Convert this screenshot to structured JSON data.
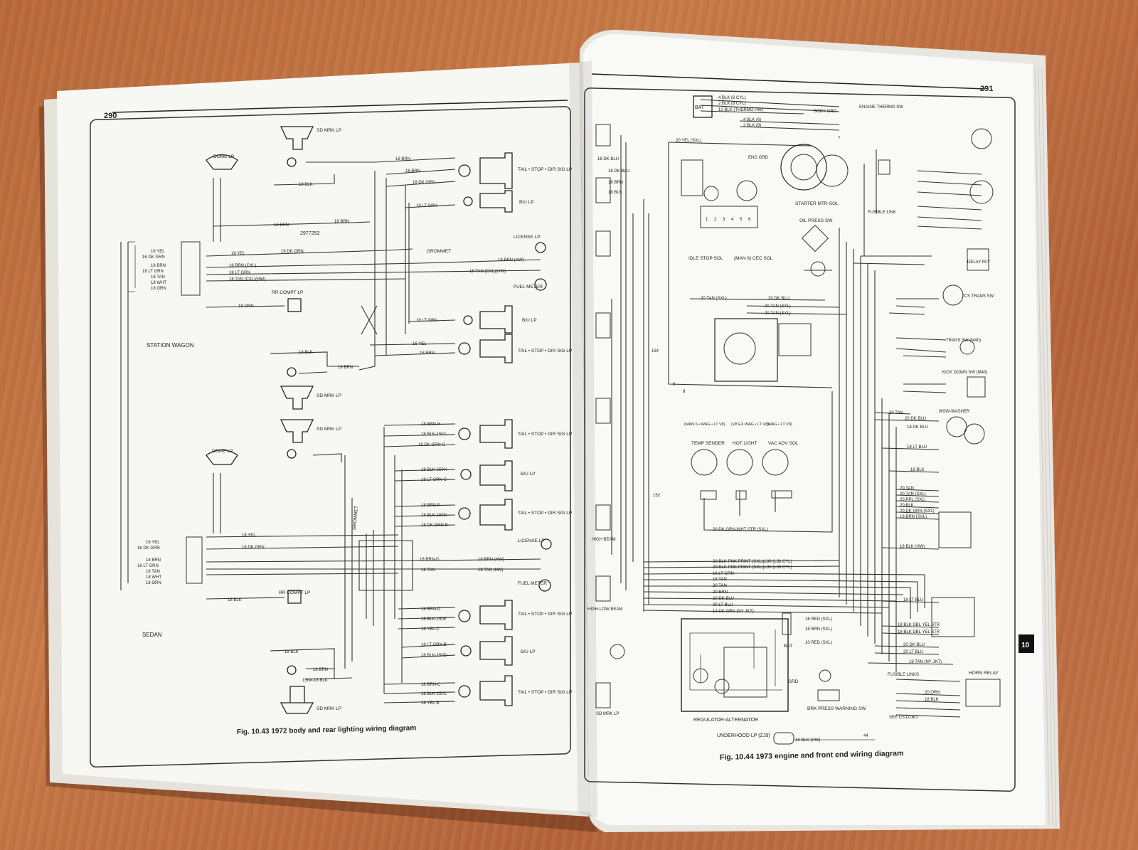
{
  "left_page": {
    "page_number": "290",
    "caption": "Fig. 10.43 1972 body and rear lighting wiring diagram",
    "section_station_wagon": "STATION WAGON",
    "section_sedan": "SEDAN",
    "labels": {
      "ed_mrk_lp_top": "SD MRK LP",
      "dome_lp": "DOME LP",
      "tail_stop_top": "TAIL • STOP • DIR SIG LP",
      "bu_lp_top": "B/U LP",
      "license_lp": "LICENSE LP",
      "fuel_meter": "FUEL METER",
      "grommet": "GROMMET",
      "rr_compt_lp": "RR COMPT LP",
      "bu_lp_mid": "B/U LP",
      "tail_stop_mid": "TAIL • STOP • DIR SIG LP",
      "sd_mrk_lp_mid1": "SD MRK LP",
      "sd_mrk_lp_mid2": "SD MRK LP",
      "dome_lp2": "DOME LP",
      "tail_stop_b1": "TAIL • STOP • DIR SIG LP",
      "bu_lp_b": "B/U LP",
      "tail_stop_b2": "TAIL • STOP • DIR SIG LP",
      "license_lp2": "LICENSE LP",
      "fuel_meter2": "FUEL METER",
      "tail_stop_b3": "TAIL • STOP • DIR SIG LP",
      "bu_lp_b2": "B/U LP",
      "tail_stop_b4": "TAIL • STOP • DIR SIG LP",
      "grommet2": "GROMMET",
      "rr_compt_lp2": "RR COMPT LP",
      "sd_mrk_lp_bot": "SD MRK LP"
    },
    "wires_top": [
      "18 BRN",
      "18 BRN",
      "18 DK GRN",
      "18 LT GRN",
      "18 BLK",
      "18 BRN",
      "18 BRN",
      "16 YEL",
      "16 DK GRN",
      "18 BRN (CXL)",
      "18 LT GRN",
      "18 TAN (CXL)(HW)",
      "18 BRN (HW)",
      "18 TAN (CXL)(HW)",
      "18 ORN",
      "18 LT GRN",
      "16 YEL",
      "18 BRN",
      "18 BLK",
      "18 BRN"
    ],
    "wires_bottom": [
      "18 BRN-H",
      "18 BLK-150J",
      "18 DK GRN-C",
      "18 BLK-150H",
      "18 LT GRN-C",
      "18 BRN-F",
      "18 BLK-150G",
      "18 DK GRN-B",
      "16 YEL",
      "16 DK GRN",
      "18 BRN-G",
      "18 BRN (HW)",
      "18 TAN",
      "18 TAN (HW)",
      "18 BRN-D",
      "18 BLK-150E",
      "18 YEL-C",
      "18 LT GRN-B",
      "18 BLK-150D",
      "18 BRN-C",
      "18 BLK-150C",
      "18 YEL-B",
      "18 BLK",
      "18 BLK",
      "18 BRN",
      "150A-18 BLK"
    ],
    "connector_left_top": [
      "16 YEL",
      "16 DK GRN",
      "18 BRN",
      "18 LT GRN",
      "18 TAN",
      "18 WHT",
      "18 ORN"
    ],
    "connector_left_bottom": [
      "16 YEL",
      "16 DK GRN",
      "18 BRN",
      "18 LT GRN",
      "18 TAN",
      "18 WHT",
      "18 ORN"
    ],
    "part_number": "2977253"
  },
  "right_page": {
    "page_number": "291",
    "caption": "Fig. 10.44 1973 engine and front end wiring diagram",
    "tab_number": "10",
    "labels": {
      "bat": "BAT",
      "eng_grd": "ENG GRD",
      "body_grd": "BODY GRD",
      "engine_thermo_sw": "ENGINE THERMO SW",
      "starter": "STARTER MTR-SOL",
      "oil_press": "OIL PRESS SW",
      "idle_stop": "IDLE STOP SOL",
      "cec_sol": "(MAN 6) CEC SOL",
      "temp_sender": "TEMP SENDER",
      "hot_light": "HOT LIGHT",
      "vac_adv": "VAC ADV SOL",
      "temp_sender_note": "(MAN 6 • WAG • LT V8)",
      "hot_light_note": "(V8 EX WAG • LT V8)",
      "vac_adv_note": "(WAG • LT V8)",
      "regulator": "REGULATOR-ALTERNATOR",
      "underhood_lp": "UNDERHOOD LP (ZJ9)",
      "brk_press": "BRK PRESS WARNING SW",
      "horn_relay": "HORN RELAY",
      "fusible_link": "FUSIBLE LINK",
      "fusible_links": "FUSIBLE LINKS",
      "delay_rly": "DELAY RLY",
      "tcs_trans_sw": "TCS TRANS SW",
      "trans_sw": "TRANS SW (M40)",
      "kick_down": "KICK DOWN SW (M40)",
      "wsw_washer": "WSW-WASHER",
      "high_beam": "HIGH BEAM",
      "high_low_beam": "HIGH-LOW BEAM",
      "sd_mrk_lp": "SD MRK LP",
      "bat_term": "BAT",
      "grd": "GRD",
      "see": "SEE CS LCBO"
    },
    "top_wires": [
      "4 BLK (6 CYL)",
      "2 BLK (8 CYL)",
      "12 BLK (THERMO HW)",
      "4 BLK (6)",
      "2 BLK (8)",
      "20 YEL (SXL)",
      "18 DK BLU",
      "18 DK BLU",
      "18 BRN",
      "18 BLK"
    ],
    "bottom_bundle": [
      "20 BLK-PNK PRINT (SXL)(L80 (L36 CYL)",
      "20 BLK-PNK PRINT (SXL)(L35 (L39 CYL)",
      "16 LT GRN",
      "16 TAN",
      "20 TAN",
      "20 BRN",
      "20 DK BLU",
      "20 LT BLU",
      "14 DK GRN (NY JKT)"
    ],
    "middle_wires": [
      "20 TAN (SXL)",
      "20 DK BLU",
      "20 TAN (SXL)",
      "20 TAN (SXL)",
      "20 DK GRN-WHT STR (SXL)"
    ],
    "right_wires": [
      "20 TAN",
      "20 DK BLU",
      "18 DK BLU",
      "18 LT BLU",
      "18 BLK",
      "20 TAN",
      "20 TAN (SXL)",
      "20 PPL (SXL)",
      "20 BLK",
      "20 DK GRN (SXL)",
      "18 BRN (SXL)",
      "18 BLK (HW)",
      "18 LT BLU",
      "18 BLK DBL YEL STR",
      "18 BLK DBL YEL STR",
      "20 DK BLU",
      "20 LT BLU",
      "18 TAN (NY JKT)",
      "20 ORN",
      "18 BLK",
      "18 RED (SXL)",
      "18 BRN (SXL)",
      "10 RED (SXL)",
      "18 BLK (HW)"
    ],
    "gauge_numbers": [
      "1",
      "2",
      "3",
      "4",
      "5",
      "6"
    ],
    "splice_numbers": [
      "152",
      "154",
      "44",
      "7",
      "8",
      "6"
    ]
  }
}
